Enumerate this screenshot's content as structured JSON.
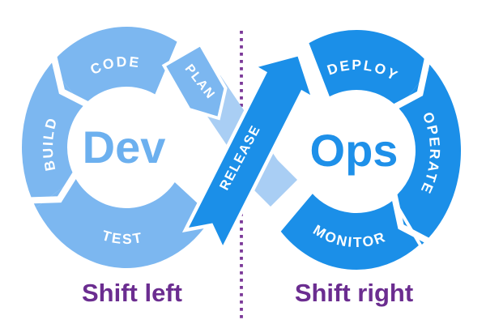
{
  "diagram": {
    "left_loop": {
      "center_label": "Dev",
      "center_label_color": "#6cb0ef",
      "color": "#7cb7f0",
      "segments": {
        "code": "CODE",
        "plan": "PLAN",
        "build": "BUILD",
        "test": "TEST"
      }
    },
    "right_loop": {
      "center_label": "Ops",
      "center_label_color": "#1e90e9",
      "color": "#1b8fe8",
      "segments": {
        "deploy": "DEPLOY",
        "operate": "OPERATE",
        "monitor": "MONITOR"
      }
    },
    "release_ribbon": {
      "label": "RELEASE",
      "color": "#1b8fe8"
    },
    "crossing_band_color": "#a9cef4",
    "divider_color": "#7b3898",
    "captions": {
      "left": "Shift left",
      "right": "Shift right",
      "color": "#6b2d90"
    }
  }
}
